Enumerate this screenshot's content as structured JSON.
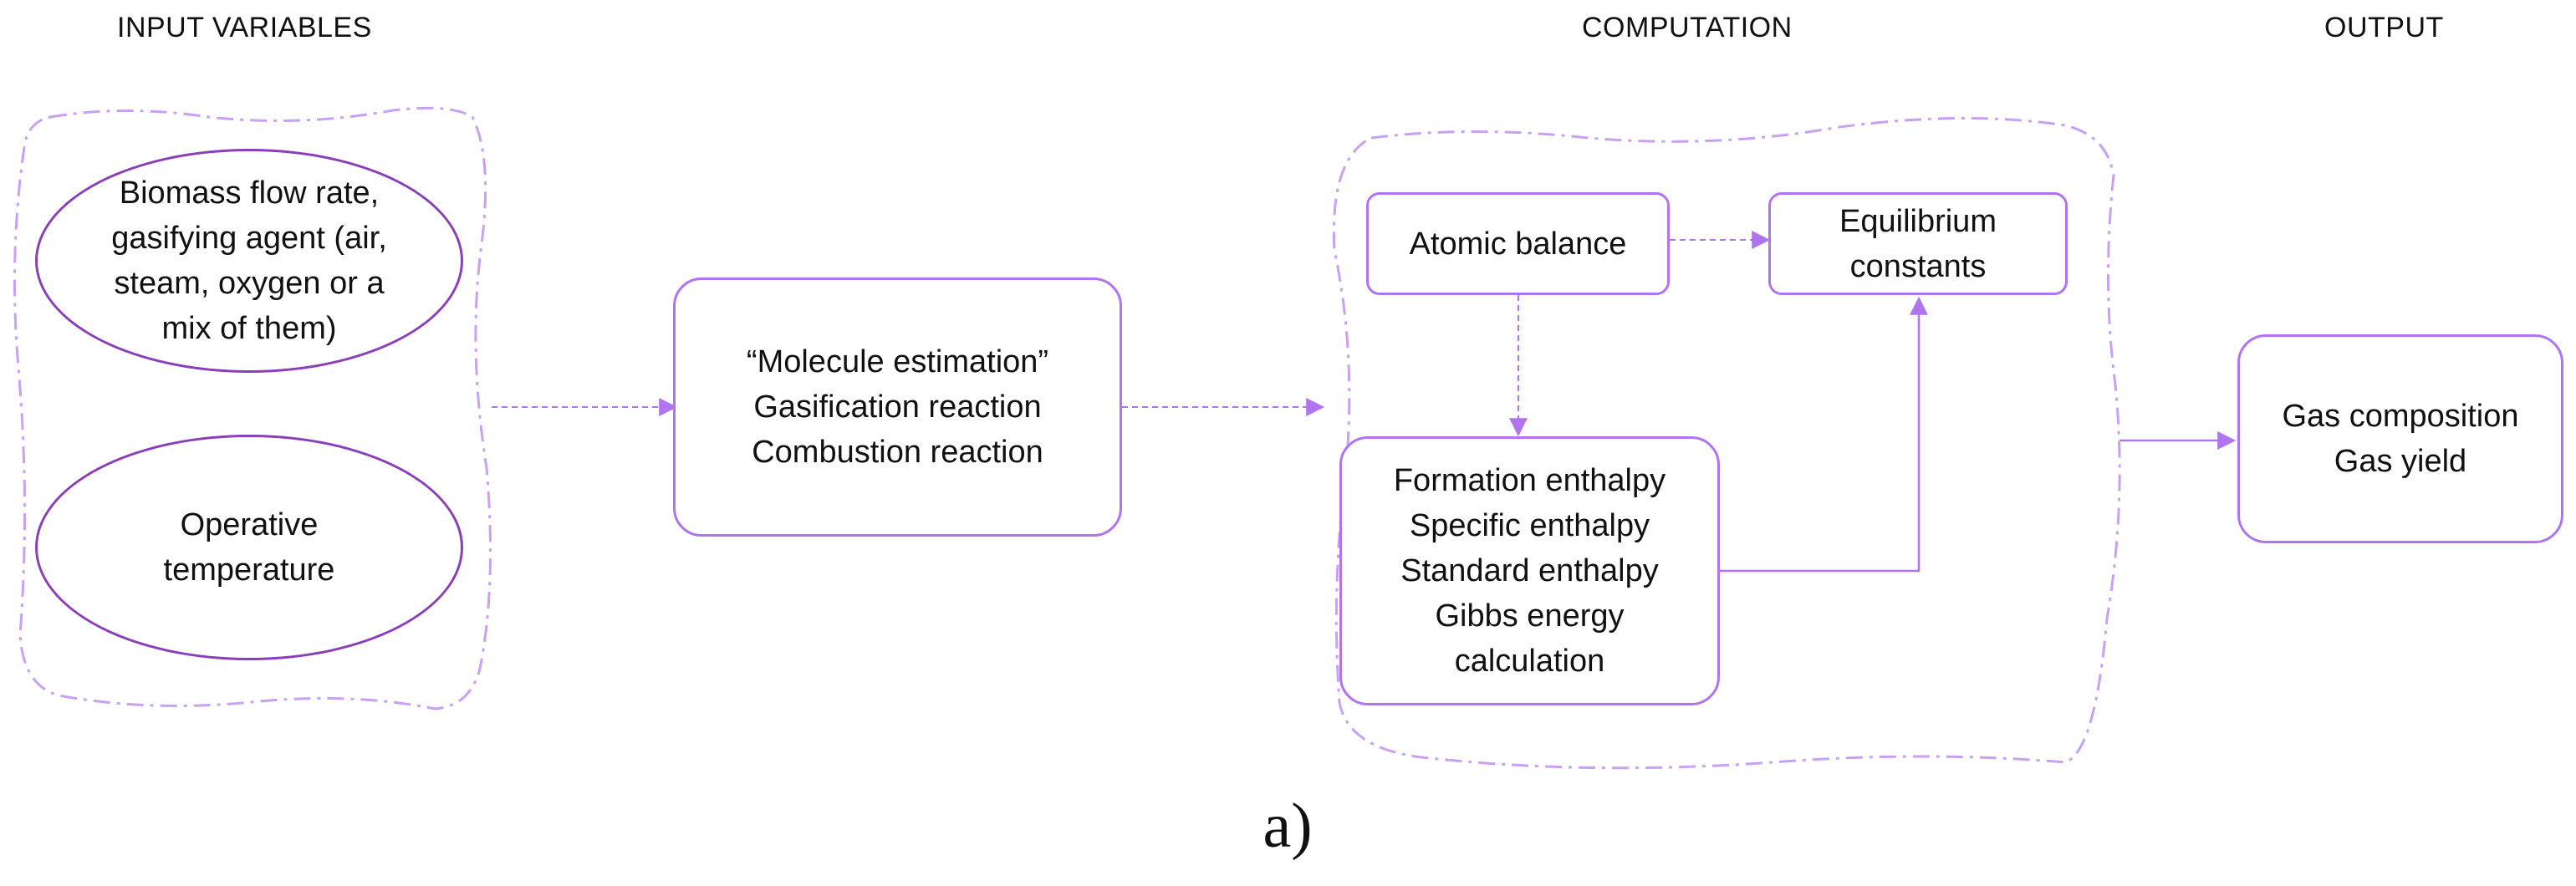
{
  "headings": {
    "input": "INPUT VARIABLES",
    "computation": "COMPUTATION",
    "output": "OUTPUT"
  },
  "nodes": {
    "biomass_flow": [
      "Biomass flow rate,",
      "gasifying agent (air,",
      "steam, oxygen or a",
      "mix of them)"
    ],
    "operative_temperature": [
      "Operative",
      "temperature"
    ],
    "molecule_estimation": [
      "“Molecule estimation”",
      "Gasification reaction",
      "Combustion reaction"
    ],
    "atomic_balance": [
      "Atomic balance"
    ],
    "equilibrium_constants": [
      "Equilibrium",
      "constants"
    ],
    "enthalpy_calculation": [
      "Formation enthalpy",
      "Specific enthalpy",
      "Standard enthalpy",
      "Gibbs energy",
      "calculation"
    ],
    "gas_output": [
      "Gas composition",
      "Gas yield"
    ]
  },
  "caption": "a)",
  "colors": {
    "box_border": "#b074ee",
    "oval_border": "#8a3fb8",
    "connector": "#b074ee",
    "group_border": "#c8a0f4"
  }
}
